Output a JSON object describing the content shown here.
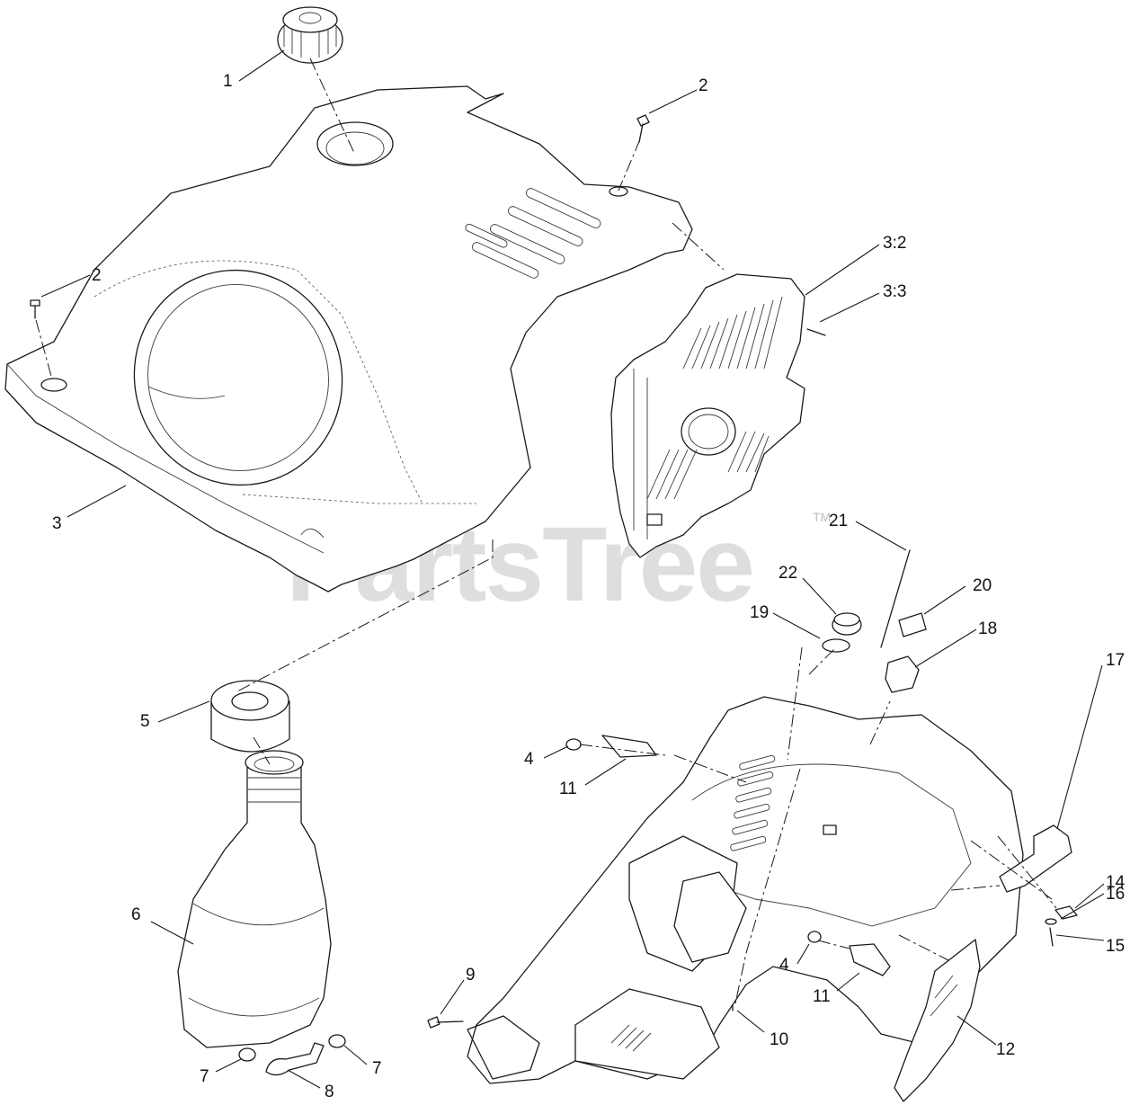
{
  "watermark": {
    "text": "PartsTree",
    "trademark": "TM"
  },
  "callouts": [
    {
      "id": "c1",
      "label": "1"
    },
    {
      "id": "c2a",
      "label": "2"
    },
    {
      "id": "c2b",
      "label": "2"
    },
    {
      "id": "c3",
      "label": "3"
    },
    {
      "id": "c32",
      "label": "3:2"
    },
    {
      "id": "c33",
      "label": "3:3"
    },
    {
      "id": "c4a",
      "label": "4"
    },
    {
      "id": "c4b",
      "label": "4"
    },
    {
      "id": "c5",
      "label": "5"
    },
    {
      "id": "c6",
      "label": "6"
    },
    {
      "id": "c7a",
      "label": "7"
    },
    {
      "id": "c7b",
      "label": "7"
    },
    {
      "id": "c8",
      "label": "8"
    },
    {
      "id": "c9",
      "label": "9"
    },
    {
      "id": "c10",
      "label": "10"
    },
    {
      "id": "c11a",
      "label": "11"
    },
    {
      "id": "c11b",
      "label": "11"
    },
    {
      "id": "c12",
      "label": "12"
    },
    {
      "id": "c14",
      "label": "14"
    },
    {
      "id": "c15",
      "label": "15"
    },
    {
      "id": "c16",
      "label": "16"
    },
    {
      "id": "c17",
      "label": "17"
    },
    {
      "id": "c18",
      "label": "18"
    },
    {
      "id": "c19",
      "label": "19"
    },
    {
      "id": "c20",
      "label": "20"
    },
    {
      "id": "c21",
      "label": "21"
    },
    {
      "id": "c22",
      "label": "22"
    }
  ]
}
